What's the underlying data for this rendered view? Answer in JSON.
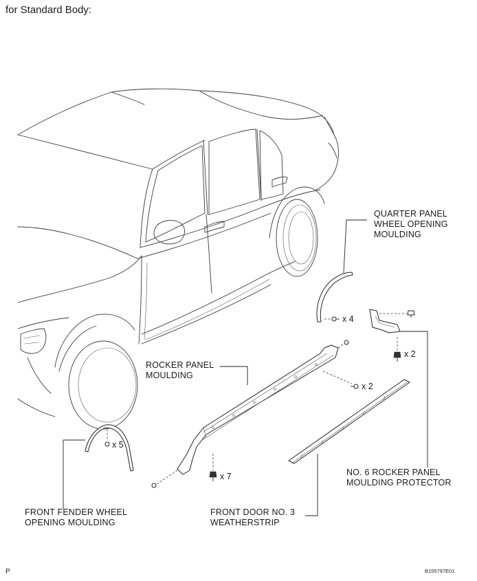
{
  "caption": "for Standard Body:",
  "labels": {
    "quarter_panel": [
      "QUARTER PANEL",
      "WHEEL OPENING",
      "MOULDING"
    ],
    "rocker_panel": [
      "ROCKER PANEL",
      "MOULDING"
    ],
    "front_fender": [
      "FRONT FENDER WHEEL",
      "OPENING MOULDING"
    ],
    "front_door": [
      "FRONT DOOR NO. 3",
      "WEATHERSTRIP"
    ],
    "protector": [
      "NO. 6 ROCKER PANEL",
      "MOULDING PROTECTOR"
    ]
  },
  "quantities": {
    "quarter_clips": "x 4",
    "protector_bolts": "x 2",
    "rocker_clips": "x 2",
    "fender_clips": "x 5",
    "rocker_bolts": "x 7"
  },
  "corner_left": "P",
  "corner_right": "B155797E01"
}
